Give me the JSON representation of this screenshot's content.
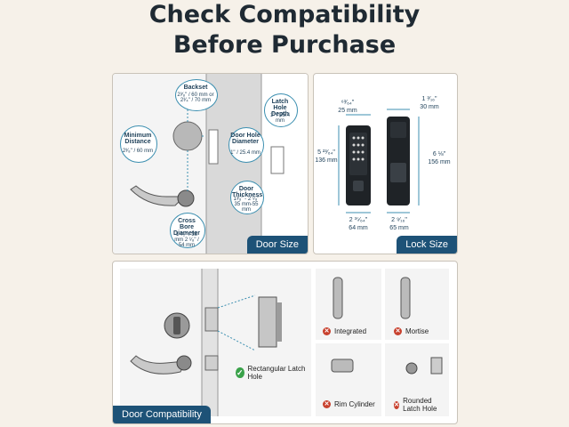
{
  "title": {
    "line1": "Check Compatibility",
    "line2": "Before Purchase"
  },
  "door_size": {
    "tag": "Door Size",
    "backset": {
      "label": "Backset",
      "value": "2³⁄₈\" / 60 mm or 2³⁄₄\" / 70 mm"
    },
    "min_distance": {
      "label": "Minimum Distance",
      "value": "2³⁄₈\" / 60 mm"
    },
    "cross_bore": {
      "label": "Cross Bore Diameter",
      "value": "1 ¹⁄₂\" / 38 mm 2 ¹⁄₈\" / 54 mm"
    },
    "hole_diameter": {
      "label": "Door Hole Diameter",
      "value": "1\" / 25.4 mm"
    },
    "thickness": {
      "label": "Door Thickness",
      "value": "1³⁄₈\" - 2 ¹⁄₈\" 35 mm-55 mm"
    },
    "latch_depth": {
      "label": "Latch Hole Depth",
      "value": "1\" / 25.4 mm"
    }
  },
  "lock_size": {
    "tag": "Lock Size",
    "front_width": {
      "inch": "⁶³⁄₆₄\"",
      "mm": "25 mm"
    },
    "front_height": {
      "inch": "5 ²³⁄₆₄\"",
      "mm": "136 mm"
    },
    "front_bottom": {
      "inch": "2 ³⁵⁄₆₄\"",
      "mm": "64 mm"
    },
    "back_width": {
      "inch": "1 ³⁄₁₆\"",
      "mm": "30 mm"
    },
    "back_height": {
      "inch": "6 ⅛\"",
      "mm": "156 mm"
    },
    "back_bottom": {
      "inch": "2 ⁹⁄₁₆\"",
      "mm": "65 mm"
    }
  },
  "door_compat": {
    "tag": "Door Compatibility",
    "ok_label": "Rectangular Latch Hole",
    "options": [
      "Integrated",
      "Mortise",
      "Rim Cylinder",
      "Rounded Latch Hole"
    ]
  },
  "colors": {
    "accent": "#1d5277",
    "reject": "#c8412e",
    "ok": "#3aa24a"
  }
}
